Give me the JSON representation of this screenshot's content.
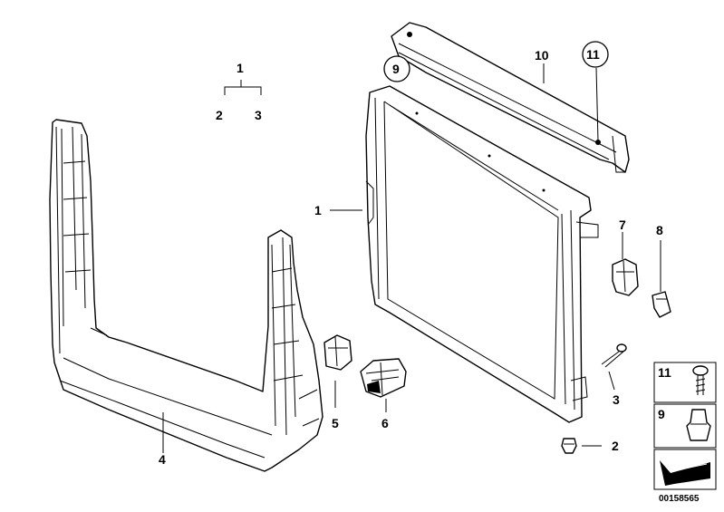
{
  "callouts": {
    "group_1": "1",
    "group_2": "2",
    "group_3": "3",
    "radiator_1": "1",
    "screw_2": "2",
    "screw_3": "3",
    "frame_4": "4",
    "clip_5": "5",
    "mount_6": "6",
    "bracket_7": "7",
    "clip_8": "8",
    "circled_9": "9",
    "crossmember_10": "10",
    "circled_11": "11"
  },
  "legend": {
    "item_11": "11",
    "item_9": "9"
  },
  "doc_number": "00158565",
  "colors": {
    "line": "#000000",
    "background": "#ffffff"
  }
}
